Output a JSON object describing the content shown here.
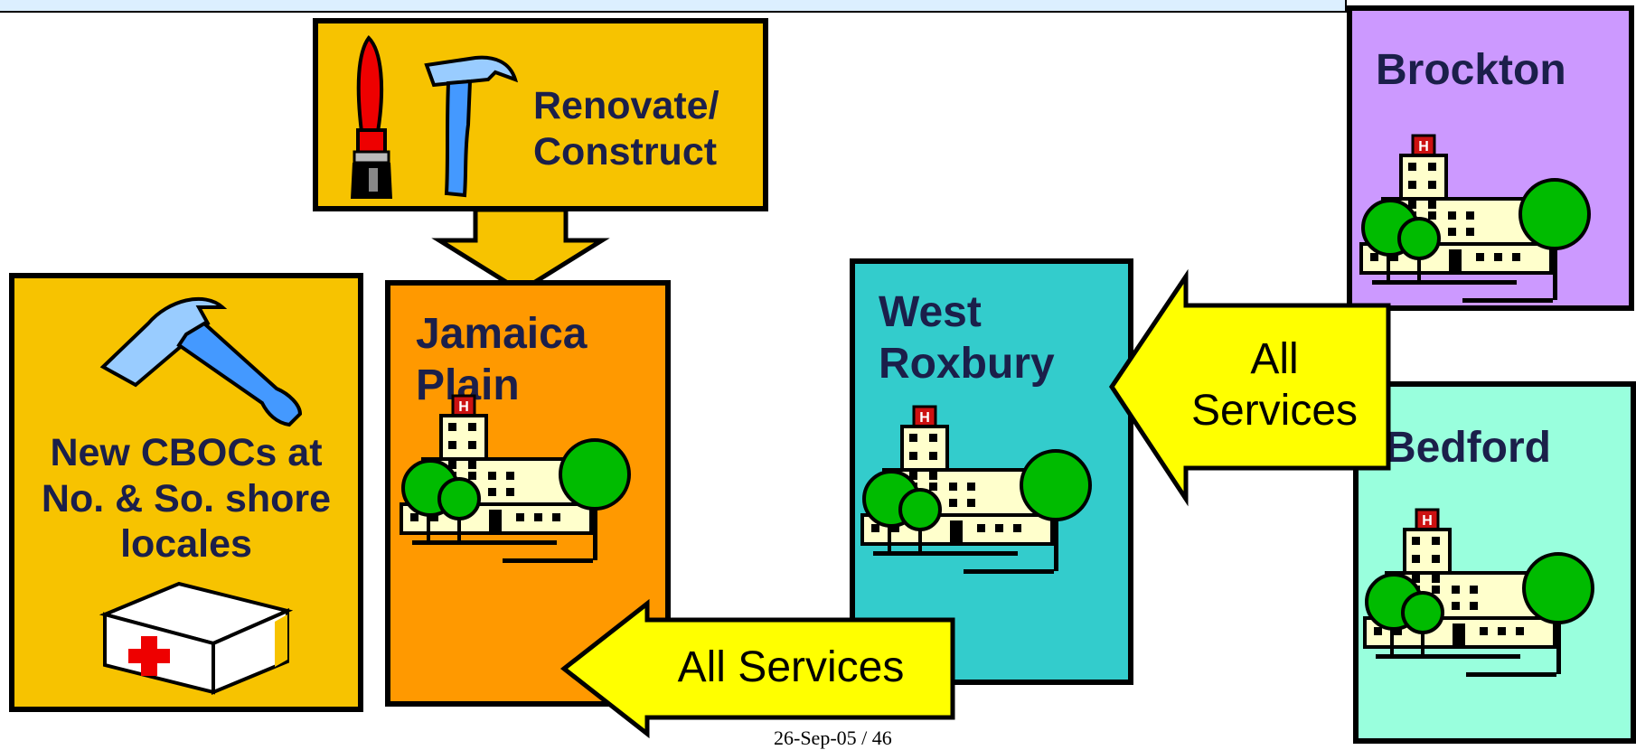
{
  "colors": {
    "header_bar": "#dcefff",
    "renovate_box": "#f7c300",
    "cboc_box": "#f7c300",
    "jamaica_box": "#ff9900",
    "west_roxbury_box": "#33cccc",
    "brockton_box": "#cc99ff",
    "bedford_box": "#99ffdd",
    "arrow_yellow": "#ffff00",
    "arrow_gold": "#f7c300",
    "label_text": "#1b1f4a"
  },
  "renovate": {
    "label": "Renovate/\nConstruct",
    "icons": [
      "paintbrush-icon",
      "hammer-icon"
    ]
  },
  "cboc": {
    "label": "New CBOCs at\nNo. & So. shore\nlocales",
    "icons": [
      "hammer-icon",
      "clinic-icon"
    ]
  },
  "sites": {
    "jamaica_plain": {
      "label": "Jamaica\nPlain",
      "icon": "hospital-icon"
    },
    "west_roxbury": {
      "label": "West\nRoxbury",
      "icon": "hospital-icon"
    },
    "brockton": {
      "label": "Brockton",
      "icon": "hospital-icon"
    },
    "bedford": {
      "label": "Bedford",
      "icon": "hospital-icon"
    }
  },
  "arrows": {
    "to_west_roxbury": {
      "label": "All\nServices"
    },
    "to_jamaica_plain": {
      "label": "All Services"
    }
  },
  "footer": {
    "slide_ref": "26-Sep-05 / 46"
  }
}
